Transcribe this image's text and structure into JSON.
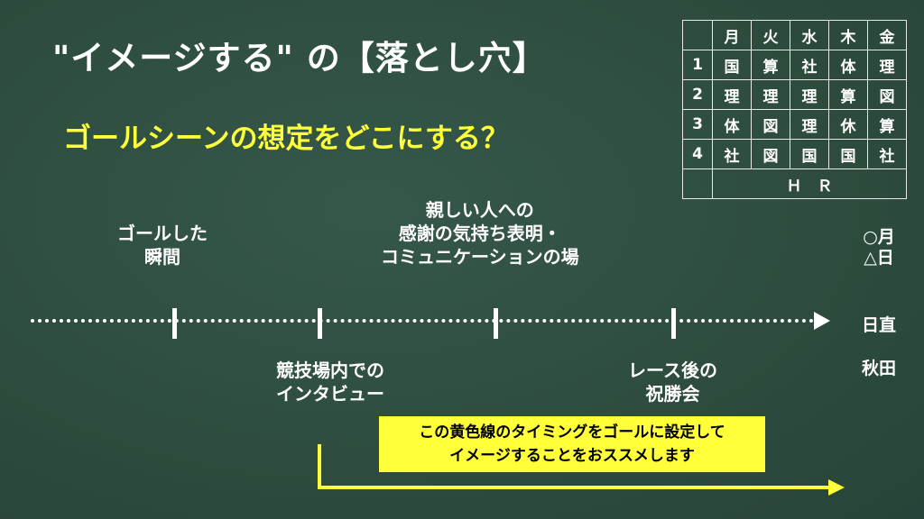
{
  "title": "\"イメージする\" の【落とし穴】",
  "subtitle": "ゴールシーンの想定をどこにする？",
  "timeline": {
    "upper_labels": [
      {
        "line1": "ゴールした",
        "line2": "瞬間"
      },
      {
        "line1": "親しい人への",
        "line2": "感謝の気持ち表明・",
        "line3": "コミュニケーションの場"
      }
    ],
    "lower_labels": [
      {
        "line1": "競技場内での",
        "line2": "インタビュー"
      },
      {
        "line1": "レース後の",
        "line2": "祝勝会"
      }
    ]
  },
  "note": {
    "line1": "この黄色線のタイミングをゴールに設定して",
    "line2": "イメージすることをおススメします"
  },
  "schedule": {
    "days": [
      "月",
      "火",
      "水",
      "木",
      "金"
    ],
    "rows": [
      {
        "period": "1",
        "cells": [
          "国",
          "算",
          "社",
          "体",
          "理"
        ]
      },
      {
        "period": "2",
        "cells": [
          "理",
          "理",
          "理",
          "算",
          "図"
        ]
      },
      {
        "period": "3",
        "cells": [
          "体",
          "図",
          "理",
          "休",
          "算"
        ]
      },
      {
        "period": "4",
        "cells": [
          "社",
          "図",
          "国",
          "国",
          "社"
        ]
      }
    ],
    "hr_label": "Ｈ　Ｒ"
  },
  "side": {
    "date_line1": "○月",
    "date_line2": "△日",
    "duty_label": "日直",
    "name": "秋田"
  }
}
